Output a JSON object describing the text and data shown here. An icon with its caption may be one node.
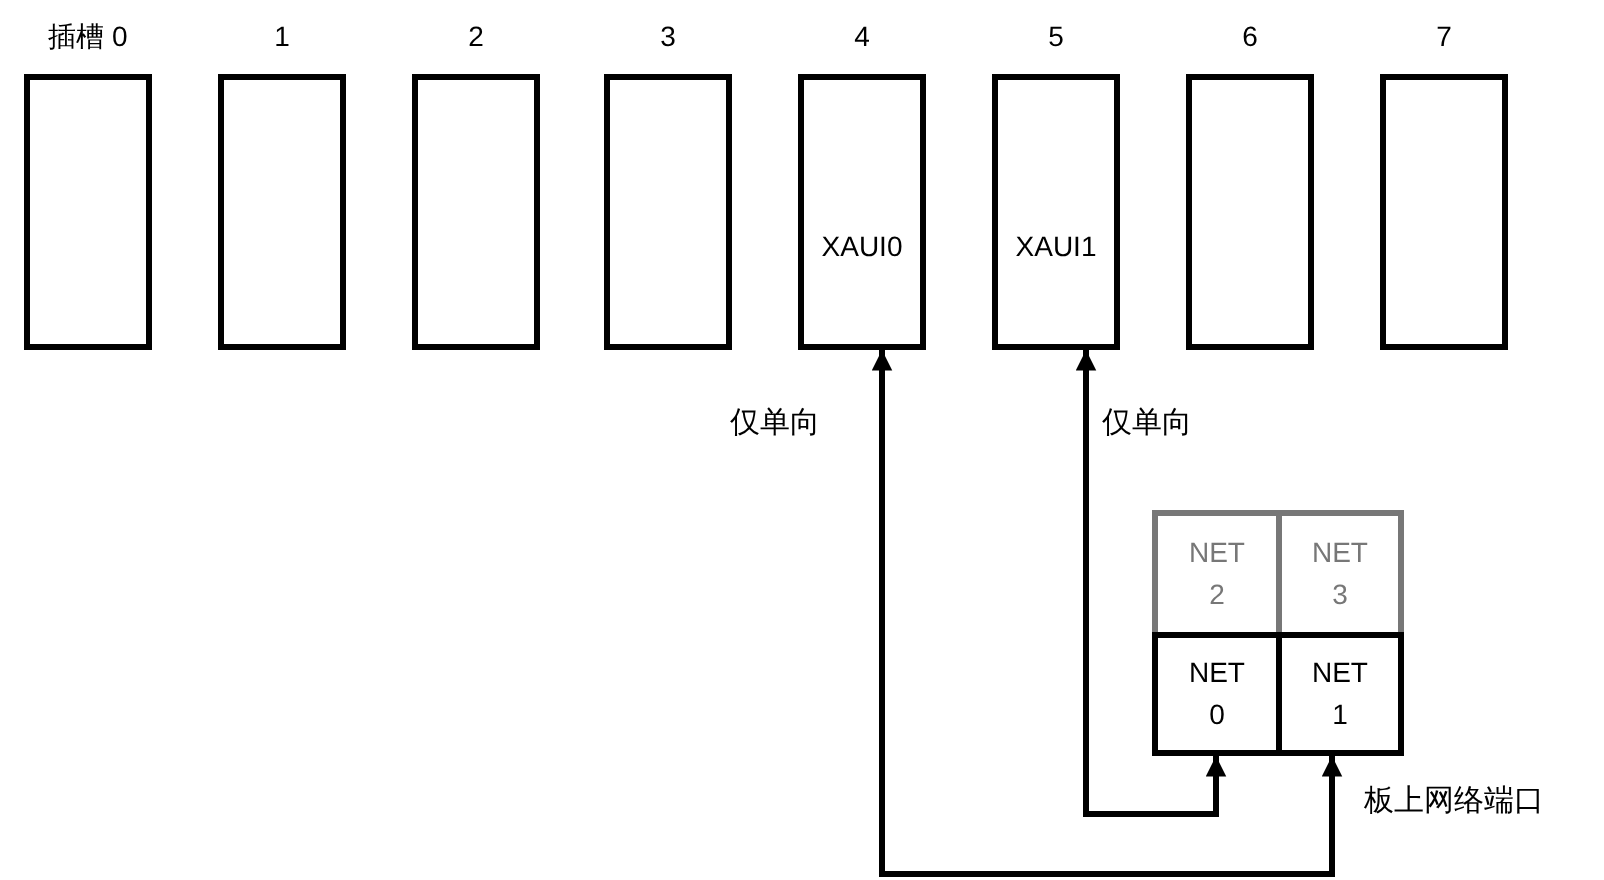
{
  "diagram": {
    "nodes": [
      {
        "text": [
          "插槽 0"
        ]
      },
      {
        "text": [
          "1"
        ]
      },
      {
        "text": [
          "2"
        ]
      },
      {
        "text": [
          "3"
        ]
      },
      {
        "text": [
          "4",
          "XAUI0"
        ]
      },
      {
        "text": [
          "5",
          "XAUI1"
        ]
      },
      {
        "text": [
          "6"
        ]
      },
      {
        "text": [
          "7"
        ]
      },
      {
        "text": [
          "NET 2"
        ]
      },
      {
        "text": [
          "NET 3"
        ]
      },
      {
        "text": [
          "NET 0"
        ]
      },
      {
        "text": [
          "NET 1"
        ]
      }
    ],
    "edges": [
      {
        "from": 4,
        "to": 11,
        "arrow": "both",
        "label": "仅单向"
      },
      {
        "from": 5,
        "to": 10,
        "arrow": "both",
        "label": "仅单向"
      }
    ],
    "labels": [
      "板上网络端口"
    ]
  }
}
